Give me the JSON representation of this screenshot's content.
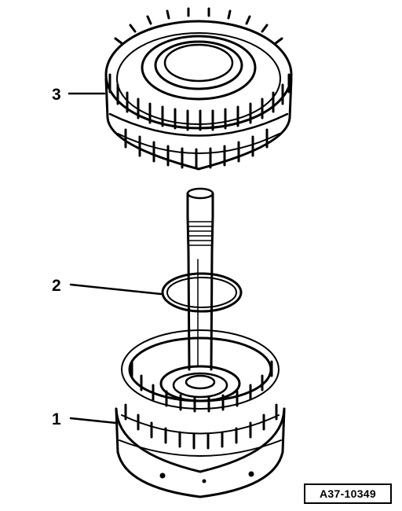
{
  "callouts": [
    {
      "number": "1",
      "part": "lower-drum-assembly"
    },
    {
      "number": "2",
      "part": "o-ring"
    },
    {
      "number": "3",
      "part": "upper-clutch-drum"
    }
  ],
  "reference_code": "A37-10349",
  "colors": {
    "line": "#000000",
    "background": "#ffffff"
  }
}
